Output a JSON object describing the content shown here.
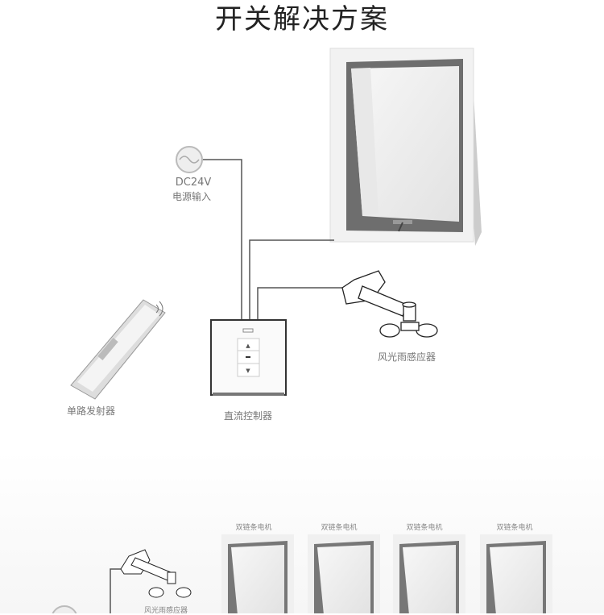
{
  "title": "开关解决方案",
  "power": {
    "line1": "DC24V",
    "line2": "电源输入"
  },
  "controller_label": "直流控制器",
  "sensor_label": "风光雨感应器",
  "remote_label": "单路发射器",
  "bottom": {
    "sensor_label": "风光雨感应器",
    "motor_labels": [
      "双链条电机",
      "双链条电机",
      "双链条电机",
      "双链条电机"
    ]
  }
}
